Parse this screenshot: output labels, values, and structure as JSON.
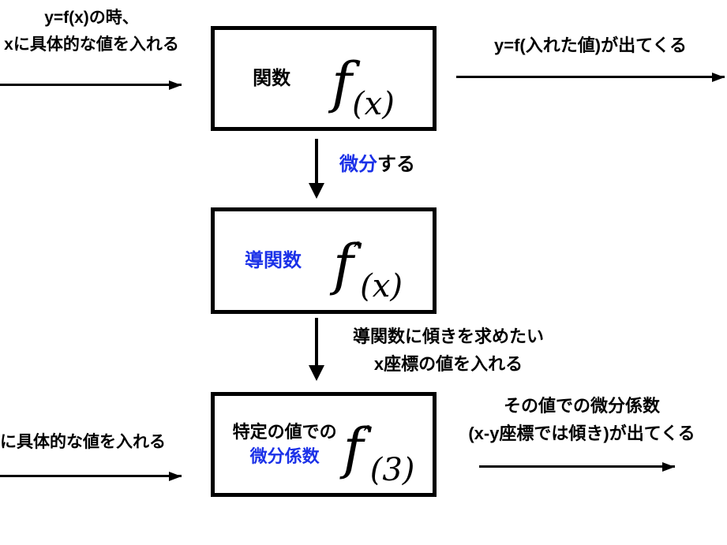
{
  "colors": {
    "accent_blue": "#1b31e8",
    "ink": "#000000",
    "background": "#ffffff"
  },
  "top_left_label": {
    "line1": "y=f(x)の時、",
    "line2": "xに具体的な値を入れる"
  },
  "top_right_label": {
    "line1": "y=f(入れた値)が出てくる"
  },
  "boxes": {
    "function": {
      "title": "関数",
      "f": "f",
      "prime": "",
      "sub": "(x)"
    },
    "derivative": {
      "title": "導関数",
      "f": "f",
      "prime": "′",
      "sub": "(x)"
    },
    "coefficient": {
      "title_line1": "特定の値での",
      "title_line2": "微分係数",
      "f": "f",
      "prime": "′",
      "sub": "(3)"
    }
  },
  "arrow_labels": {
    "differentiate_highlight": "微分",
    "differentiate_rest": "する",
    "to_coefficient_line1": "導関数に傾きを求めたい",
    "to_coefficient_line2": "x座標の値を入れる"
  },
  "bottom_left_label": {
    "line1": "に具体的な値を入れる"
  },
  "bottom_right_label": {
    "line1": "その値での微分係数",
    "line2": "(x-y座標では傾き)が出てくる"
  }
}
